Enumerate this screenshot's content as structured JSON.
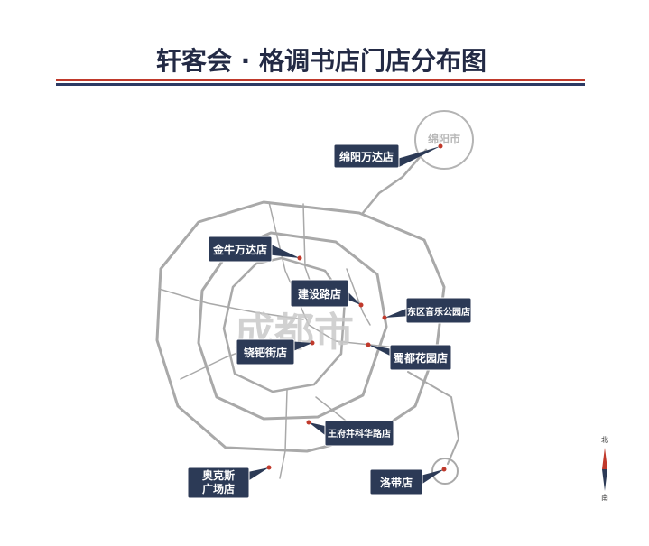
{
  "title": "轩客会 · 格调书店门店分布图",
  "colors": {
    "title_text": "#232a45",
    "rule_red": "#c0392b",
    "rule_blue": "#2c3a64",
    "road": "#a9a9a9",
    "label_bg": "#2c3a56",
    "marker": "#c0392b"
  },
  "cities": {
    "chengdu": "成都市",
    "mianyang": "绵阳市"
  },
  "compass": {
    "north": "北",
    "south": "南"
  },
  "stores": [
    {
      "id": "mianyang-wanda",
      "name": "绵阳万达店"
    },
    {
      "id": "jinniu-wanda",
      "name": "金牛万达店"
    },
    {
      "id": "jianshe-road",
      "name": "建设路店"
    },
    {
      "id": "dongqu-music-park",
      "name": "东区音乐公园店"
    },
    {
      "id": "bobo-street",
      "name": "铙钯街店"
    },
    {
      "id": "shudu-garden",
      "name": "蜀都花园店"
    },
    {
      "id": "wangfujing-kehua-road",
      "name": "王府井科华路店"
    },
    {
      "id": "aokesi-plaza",
      "name": "奥克斯广场店"
    },
    {
      "id": "luodai",
      "name": "洛带店"
    }
  ]
}
